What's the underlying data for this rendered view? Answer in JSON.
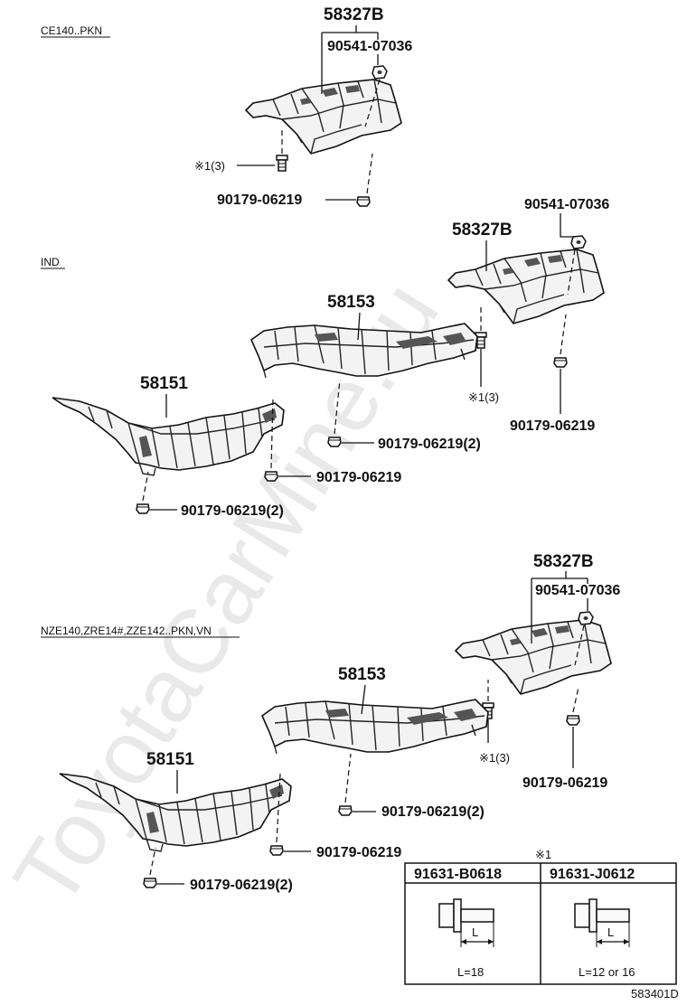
{
  "watermark": "ToyotaCarMine.ru",
  "diagram_id": "583401D",
  "sections": {
    "ce140": {
      "title": "CE140..PKN",
      "shield": "58327B",
      "nut": "90541-07036",
      "clip": "90179-06219",
      "bolt_note": "※1(3)"
    },
    "ind": {
      "title": "IND",
      "rear_shield": "58327B",
      "rear_nut": "90541-07036",
      "rear_clip": "90179-06219",
      "bolt_note": "※1(3)",
      "center_shield": "58153",
      "center_clip": "90179-06219(2)",
      "front_shield": "58151",
      "front_clip": "90179-06219",
      "front_clip2": "90179-06219(2)"
    },
    "nze140": {
      "title": "NZE140,ZRE14#,ZZE142..PKN,VN",
      "rear_shield": "58327B",
      "rear_nut": "90541-07036",
      "rear_clip": "90179-06219",
      "bolt_note": "※1(3)",
      "center_shield": "58153",
      "center_clip": "90179-06219(2)",
      "front_shield": "58151",
      "front_clip": "90179-06219",
      "front_clip2": "90179-06219(2)"
    }
  },
  "bolt_table": {
    "mark": "※1",
    "columns": [
      {
        "part": "91631-B0618",
        "dim": "L",
        "length": "L=18"
      },
      {
        "part": "91631-J0612",
        "dim": "L",
        "length": "L=12 or 16"
      }
    ]
  }
}
